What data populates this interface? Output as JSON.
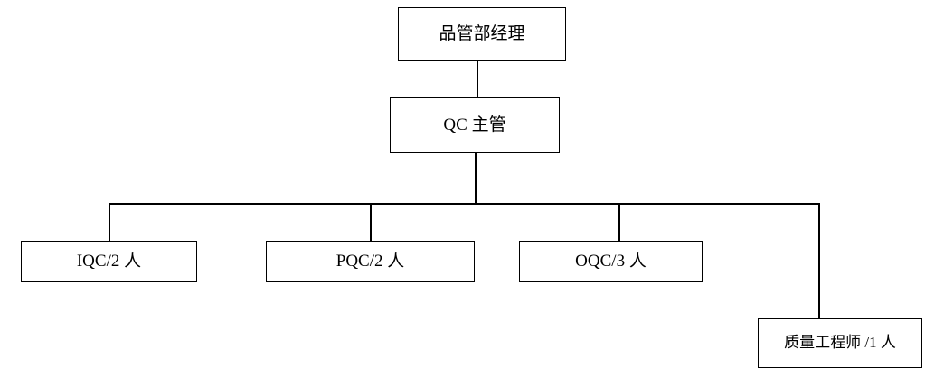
{
  "chart_data": {
    "type": "diagram",
    "diagram_type": "org-chart",
    "title": "",
    "orientation": "top-down",
    "nodes": [
      {
        "id": "manager",
        "label": "品管部经理",
        "level": 0
      },
      {
        "id": "qc_supervisor",
        "label": "QC 主管",
        "level": 1
      },
      {
        "id": "iqc",
        "label": "IQC/2 人",
        "level": 2
      },
      {
        "id": "pqc",
        "label": "PQC/2 人",
        "level": 2
      },
      {
        "id": "oqc",
        "label": "OQC/3 人",
        "level": 2
      },
      {
        "id": "quality_engineer",
        "label": "质量工程师 /1 人",
        "level": 2
      }
    ],
    "edges": [
      {
        "from": "manager",
        "to": "qc_supervisor"
      },
      {
        "from": "qc_supervisor",
        "to": "iqc"
      },
      {
        "from": "qc_supervisor",
        "to": "pqc"
      },
      {
        "from": "qc_supervisor",
        "to": "oqc"
      },
      {
        "from": "qc_supervisor",
        "to": "quality_engineer"
      }
    ],
    "colors": {
      "background": "#ffffff",
      "box_border": "#000000",
      "box_fill": "#ffffff",
      "line": "#000000",
      "text": "#000000"
    }
  },
  "nodes": {
    "manager": {
      "label": "品管部经理"
    },
    "qc_supervisor": {
      "label": "QC 主管"
    },
    "iqc": {
      "label": "IQC/2 人"
    },
    "pqc": {
      "label": "PQC/2 人"
    },
    "oqc": {
      "label": "OQC/3 人"
    },
    "quality_engineer": {
      "label": "质量工程师 /1 人"
    }
  }
}
